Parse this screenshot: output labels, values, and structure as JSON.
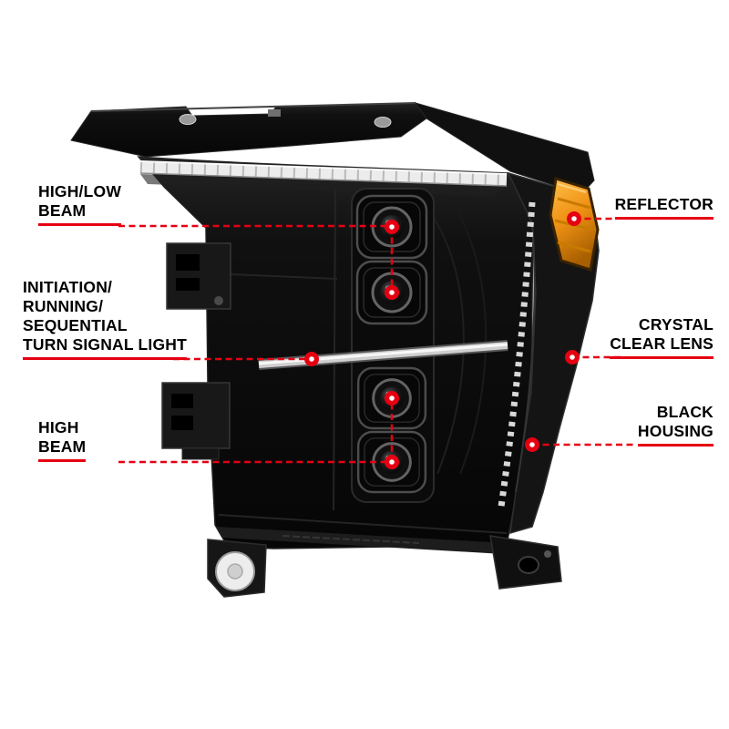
{
  "diagram": {
    "subject": "headlight-assembly",
    "left_labels": [
      {
        "id": "high-low-beam",
        "lines": [
          "HIGH/LOW",
          "BEAM"
        ]
      },
      {
        "id": "turn-signal-light",
        "lines": [
          "INITIATION/",
          "RUNNING/",
          "SEQUENTIAL",
          "TURN SIGNAL LIGHT"
        ]
      },
      {
        "id": "high-beam",
        "lines": [
          "HIGH",
          "BEAM"
        ]
      }
    ],
    "right_labels": [
      {
        "id": "reflector",
        "lines": [
          "REFLECTOR"
        ]
      },
      {
        "id": "crystal-clear-lens",
        "lines": [
          "CRYSTAL",
          "CLEAR LENS"
        ]
      },
      {
        "id": "black-housing",
        "lines": [
          "BLACK",
          "HOUSING"
        ]
      }
    ]
  },
  "colors": {
    "accent_red": "#e60012",
    "amber_reflector": "#ef9215",
    "housing_black": "#0d0d0d",
    "background": "#ffffff"
  }
}
